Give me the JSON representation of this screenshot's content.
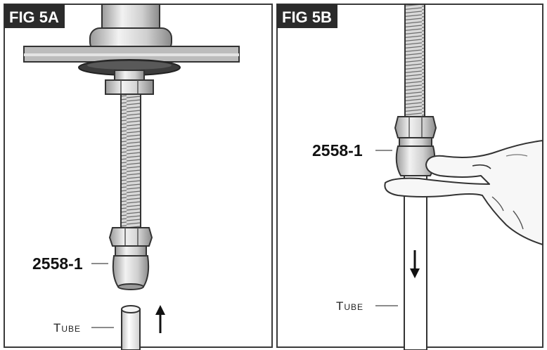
{
  "panels": [
    {
      "tag": "FIG 5A",
      "part_label": "2558-1",
      "tube_label": "Tube",
      "arrow": "up"
    },
    {
      "tag": "FIG 5B",
      "part_label": "2558-1",
      "tube_label": "Tube",
      "arrow": "down"
    }
  ],
  "colors": {
    "frame": "#3a3a3a",
    "tag_bg": "#2b2b2b",
    "metal_light": "#e6e6e6",
    "metal_mid": "#c8c8c8",
    "metal_dark": "#7a7a7a",
    "gasket": "#3c3c3c",
    "skin": "#f4f4f4"
  }
}
